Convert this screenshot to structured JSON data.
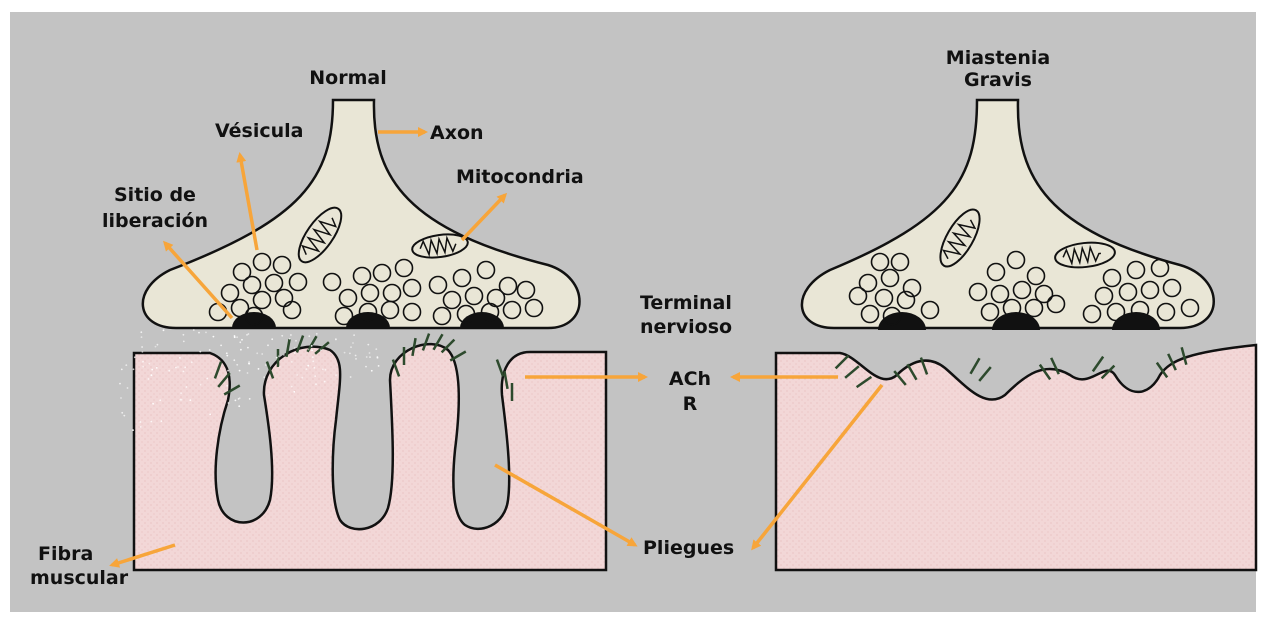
{
  "labels": {
    "normal": "Normal",
    "miastenia_line1": "Miastenia",
    "miastenia_line2": "Gravis",
    "axon": "Axon",
    "vesicula": "Vésicula",
    "mitocondria": "Mitocondria",
    "sitio_line1": "Sitio de",
    "sitio_line2": "liberación",
    "terminal_line1": "Terminal",
    "terminal_line2": "nervioso",
    "ach_line1": "ACh",
    "ach_line2": "R",
    "pliegues": "Pliegues",
    "fibra_line1": "Fibra",
    "fibra_line2": "muscular"
  },
  "colors": {
    "background": "#c3c3c3",
    "frame": "#ffffff",
    "terminal_fill": "#e9e6d6",
    "muscle_fill": "#f2d7d7",
    "arrow": "#f7a53a",
    "outline": "#111111",
    "receptor": "#2d4a2d"
  }
}
